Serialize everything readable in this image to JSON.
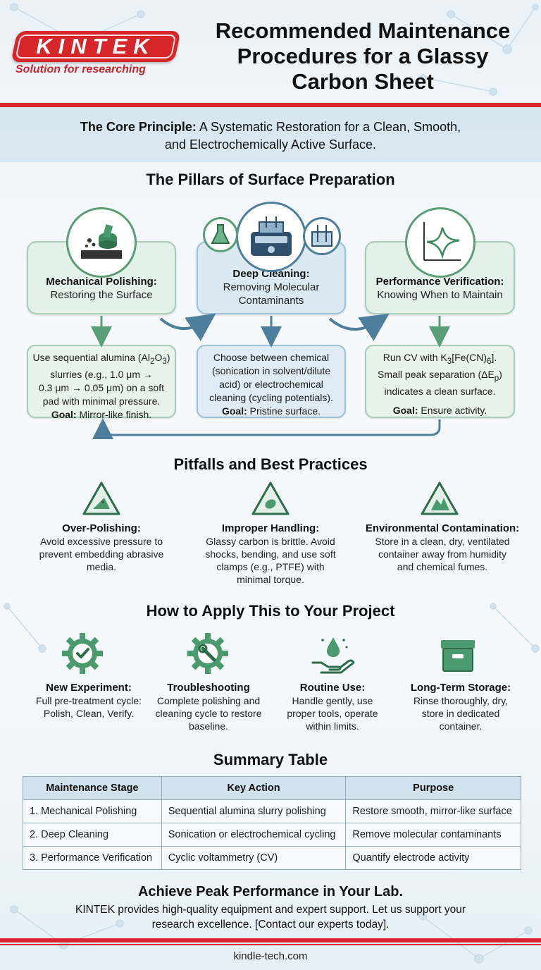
{
  "header": {
    "logo": "KINTEK",
    "tagline": "Solution for researching",
    "title_line1": "Recommended Maintenance",
    "title_line2": "Procedures for a Glassy",
    "title_line3": "Carbon Sheet"
  },
  "core": {
    "label": "The Core Principle:",
    "text1": " A Systematic Restoration for a Clean, Smooth,",
    "text2": "and Electrochemically Active Surface."
  },
  "pillars": {
    "title": "The Pillars of Surface Preparation",
    "items": [
      {
        "title": "Mechanical Polishing:",
        "subtitle": "Restoring the Surface",
        "desc1": "Use sequential alumina (Al",
        "sub1": "2",
        "desc1b": "O",
        "sub1b": "3",
        "desc1c": ")",
        "desc2": "slurries (e.g., 1.0 μm →",
        "desc3": "0.3 μm → 0.05 μm) on a soft",
        "desc4": "pad with minimal pressure.",
        "goal_label": "Goal:",
        "goal": " Mirror-like finish."
      },
      {
        "title": "Deep Cleaning:",
        "subtitle1": "Removing Molecular",
        "subtitle2": "Contaminants",
        "desc1": "Choose between chemical",
        "desc2": "(sonication in solvent/dilute",
        "desc3": "acid) or electrochemical",
        "desc4": "cleaning (cycling potentials).",
        "goal_label": "Goal:",
        "goal": " Pristine surface."
      },
      {
        "title": "Performance Verification:",
        "subtitle": "Knowing When to Maintain",
        "desc1a": "Run CV with K",
        "sub_a": "3",
        "desc1b": "[Fe(CN)",
        "sub_b": "6",
        "desc1c": "].",
        "desc2a": "Small peak separation (ΔE",
        "sub_c": "p",
        "desc2b": ")",
        "desc3": "indicates a clean surface.",
        "goal_label": "Goal:",
        "goal": " Ensure activity."
      }
    ]
  },
  "pitfalls": {
    "title": "Pitfalls and Best Practices",
    "items": [
      {
        "title": "Over-Polishing:",
        "l1": "Avoid excessive pressure to",
        "l2": "prevent embedding abrasive",
        "l3": "media."
      },
      {
        "title": "Improper Handling:",
        "l1": "Glassy carbon is brittle. Avoid",
        "l2": "shocks, bending, and use soft",
        "l3": "clamps (e.g., PTFE) with",
        "l4": "minimal torque."
      },
      {
        "title": "Environmental Contamination:",
        "l1": "Store in a clean, dry, ventilated",
        "l2": "container away from humidity",
        "l3": "and chemical fumes."
      }
    ]
  },
  "apply": {
    "title": "How to Apply This to Your Project",
    "items": [
      {
        "title": "New Experiment:",
        "l1": "Full pre-treatment cycle:",
        "l2": "Polish, Clean, Verify."
      },
      {
        "title": "Troubleshooting",
        "l1": "Complete polishing and",
        "l2": "cleaning cycle to restore",
        "l3": "baseline."
      },
      {
        "title": "Routine Use:",
        "l1": "Handle gently, use",
        "l2": "proper tools, operate",
        "l3": "within limits."
      },
      {
        "title": "Long-Term Storage:",
        "l1": "Rinse thoroughly, dry,",
        "l2": "store in dedicated",
        "l3": "container."
      }
    ]
  },
  "summary": {
    "title": "Summary Table",
    "headers": [
      "Maintenance Stage",
      "Key Action",
      "Purpose"
    ],
    "rows": [
      [
        "1. Mechanical Polishing",
        "Sequential alumina slurry polishing",
        "Restore smooth, mirror-like surface"
      ],
      [
        "2. Deep Cleaning",
        "Sonication or electrochemical cycling",
        "Remove molecular contaminants"
      ],
      [
        "3. Performance Verification",
        "Cyclic voltammetry (CV)",
        "Quantify electrode activity"
      ]
    ]
  },
  "cta": {
    "title": "Achieve Peak Performance in Your Lab.",
    "line1": "KINTEK provides high-quality equipment and expert support. Let us support your",
    "line2": "research excellence. [Contact our experts today]."
  },
  "footer": {
    "url": "kindle-tech.com"
  },
  "colors": {
    "brand_red": "#d6262b",
    "accent_green": "#4a9a6e",
    "accent_blue": "#4d7e9c"
  }
}
